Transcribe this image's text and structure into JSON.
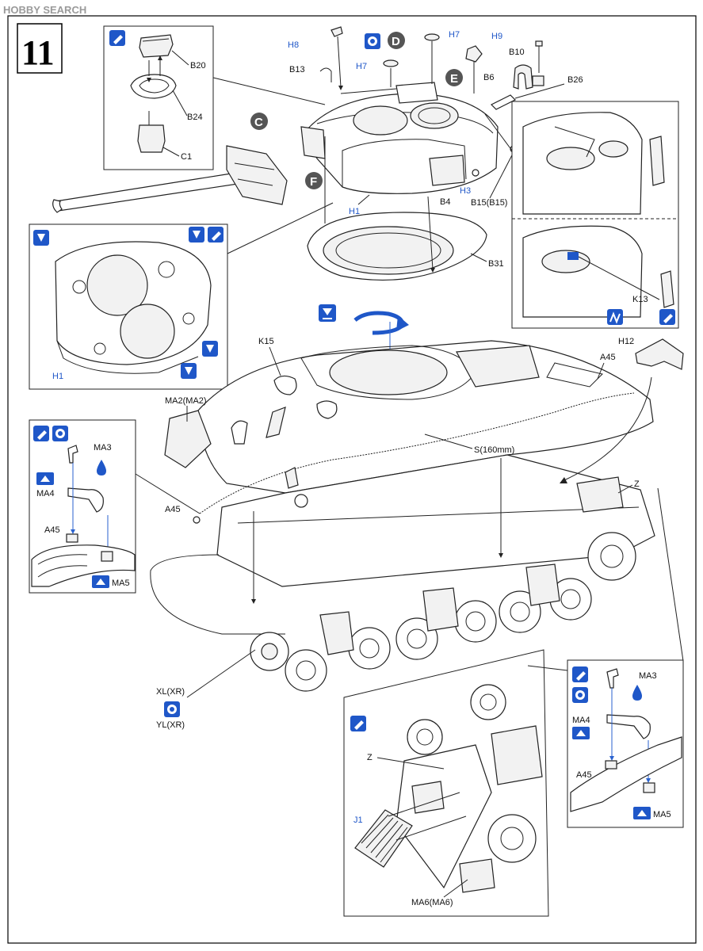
{
  "watermark": "HOBBY SEARCH",
  "step_number": "11",
  "section_markers": [
    "C",
    "D",
    "E",
    "F"
  ],
  "colors": {
    "accent_blue": "#1f57c8",
    "line": "#222222",
    "marker_gray": "#555555"
  },
  "icons": [
    "glue-icon",
    "cement-icon",
    "option-icon",
    "flip-icon",
    "paint-drop-icon",
    "arrow-up-icon",
    "rotate-icon",
    "photo-etch-icon",
    "bend-icon"
  ],
  "labels": {
    "B20": "B20",
    "B24": "B24",
    "C1": "C1",
    "H8": "H8",
    "H7a": "H7",
    "H7b": "H7",
    "H9": "H9",
    "B10": "B10",
    "B13": "B13",
    "B6": "B6",
    "B26": "B26",
    "H3": "H3",
    "B4": "B4",
    "B15": "B15(B15)",
    "H1": "H1",
    "B31": "B31",
    "H1b": "H1",
    "K13": "K13",
    "K15": "K15",
    "H12": "H12",
    "A45a": "A45",
    "MA2": "MA2(MA2)",
    "S": "S(160mm)",
    "A45b": "A45",
    "Z1": "Z",
    "MA3a": "MA3",
    "MA4a": "MA4",
    "A45c": "A45",
    "MA5a": "MA5",
    "XL": "XL(XR)",
    "YL": "YL(XR)",
    "Z2": "Z",
    "J1": "J1",
    "MA6": "MA6(MA6)",
    "MA3b": "MA3",
    "MA4b": "MA4",
    "A45d": "A45",
    "MA5b": "MA5"
  }
}
